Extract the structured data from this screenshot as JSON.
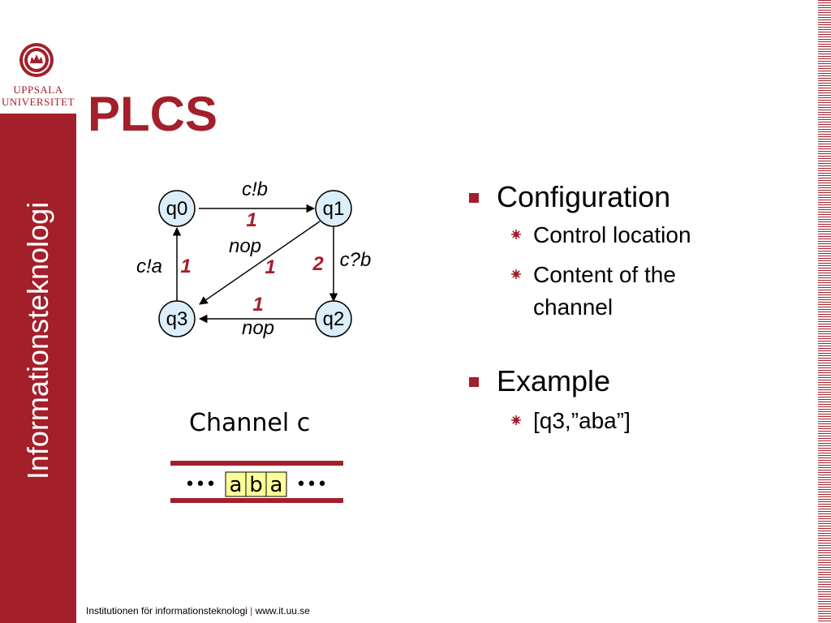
{
  "brand": {
    "university_line1": "UPPSALA",
    "university_line2": "UNIVERSITET",
    "department_vertical": "Informationsteknologi",
    "accent_color": "#a31f2a"
  },
  "slide": {
    "title": "PLCS"
  },
  "diagram": {
    "states": [
      "q0",
      "q1",
      "q2",
      "q3"
    ],
    "edges": [
      {
        "from": "q0",
        "to": "q1",
        "label": "c!b",
        "weight": "1"
      },
      {
        "from": "q1",
        "to": "q3",
        "label": "nop",
        "weight": "1"
      },
      {
        "from": "q1",
        "to": "q2",
        "label": "c?b",
        "weight": "2"
      },
      {
        "from": "q2",
        "to": "q3",
        "label": "nop",
        "weight": "1"
      },
      {
        "from": "q3",
        "to": "q0",
        "label": "c!a",
        "weight": "1"
      }
    ]
  },
  "channel": {
    "title": "Channel c",
    "left_ellipsis": "•••",
    "cells": [
      "a",
      "b",
      "a"
    ],
    "right_ellipsis": "•••"
  },
  "bullets": [
    {
      "text": "Configuration",
      "children": [
        "Control location",
        "Content of the channel"
      ]
    },
    {
      "text": "Example",
      "children": [
        "[q3,”aba”]"
      ]
    }
  ],
  "footer": {
    "department": "Institutionen för informationsteknologi",
    "separator": "|",
    "url": "www.it.uu.se"
  }
}
